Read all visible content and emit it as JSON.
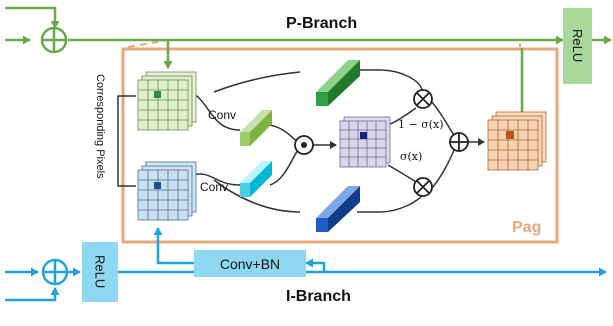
{
  "p_branch": {
    "label": "P-Branch",
    "color": "#6aa84f"
  },
  "i_branch": {
    "label": "I-Branch",
    "color": "#1fa3e0"
  },
  "relu_top": {
    "label": "ReLU",
    "fill": "#a8d99a"
  },
  "relu_bottom": {
    "label": "ReLU",
    "fill": "#8fd8f2"
  },
  "conv_bn": {
    "label": "Conv+BN",
    "fill": "#8fd8f2"
  },
  "pag": {
    "label": "Pag",
    "color": "#e8a77a"
  },
  "corresponding_pixels": "Corresponding Pixels",
  "conv_top": "Conv",
  "conv_bottom": "Conv",
  "one_minus_sigma": "1 − σ(x)",
  "sigma": "σ(x)",
  "colors": {
    "green_grid": "#dfeecd",
    "blue_grid": "#c9dff2",
    "purple_grid": "#dad6ea",
    "orange_grid": "#f7d2b0"
  }
}
